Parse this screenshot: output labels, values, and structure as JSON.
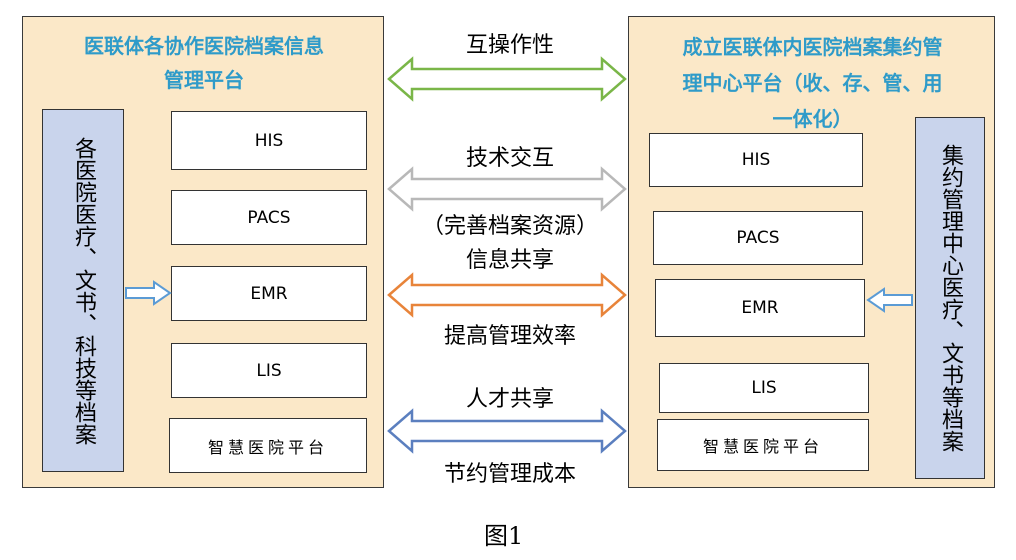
{
  "left_panel": {
    "title_line1": "医联体各协作医院档案信息",
    "title_line2": "管理平台",
    "side_label": "各医院医疗、文书、科技等档案",
    "systems": [
      "HIS",
      "PACS",
      "EMR",
      "LIS",
      "智慧医院平台"
    ]
  },
  "right_panel": {
    "title_line1": "成立医联体内医院档案集约管",
    "title_line2": "理中心平台（收、存、管、用",
    "title_line3": "一体化）",
    "side_label": "集约管理中心医疗、文书等档案",
    "systems": [
      "HIS",
      "PACS",
      "EMR",
      "LIS",
      "智慧医院平台"
    ]
  },
  "middle": {
    "label1": "互操作性",
    "label2": "技术交互",
    "label3a": "（完善档案资源）",
    "label3b": "信息共享",
    "label4": "提高管理效率",
    "label5": "人才共享",
    "label6": "节约管理成本"
  },
  "arrow_colors": {
    "green": "#7ab648",
    "gray": "#b8b8b8",
    "orange": "#e8843a",
    "blue": "#5b7fbf",
    "hollow": "#5b9bd5"
  },
  "caption": "图1"
}
